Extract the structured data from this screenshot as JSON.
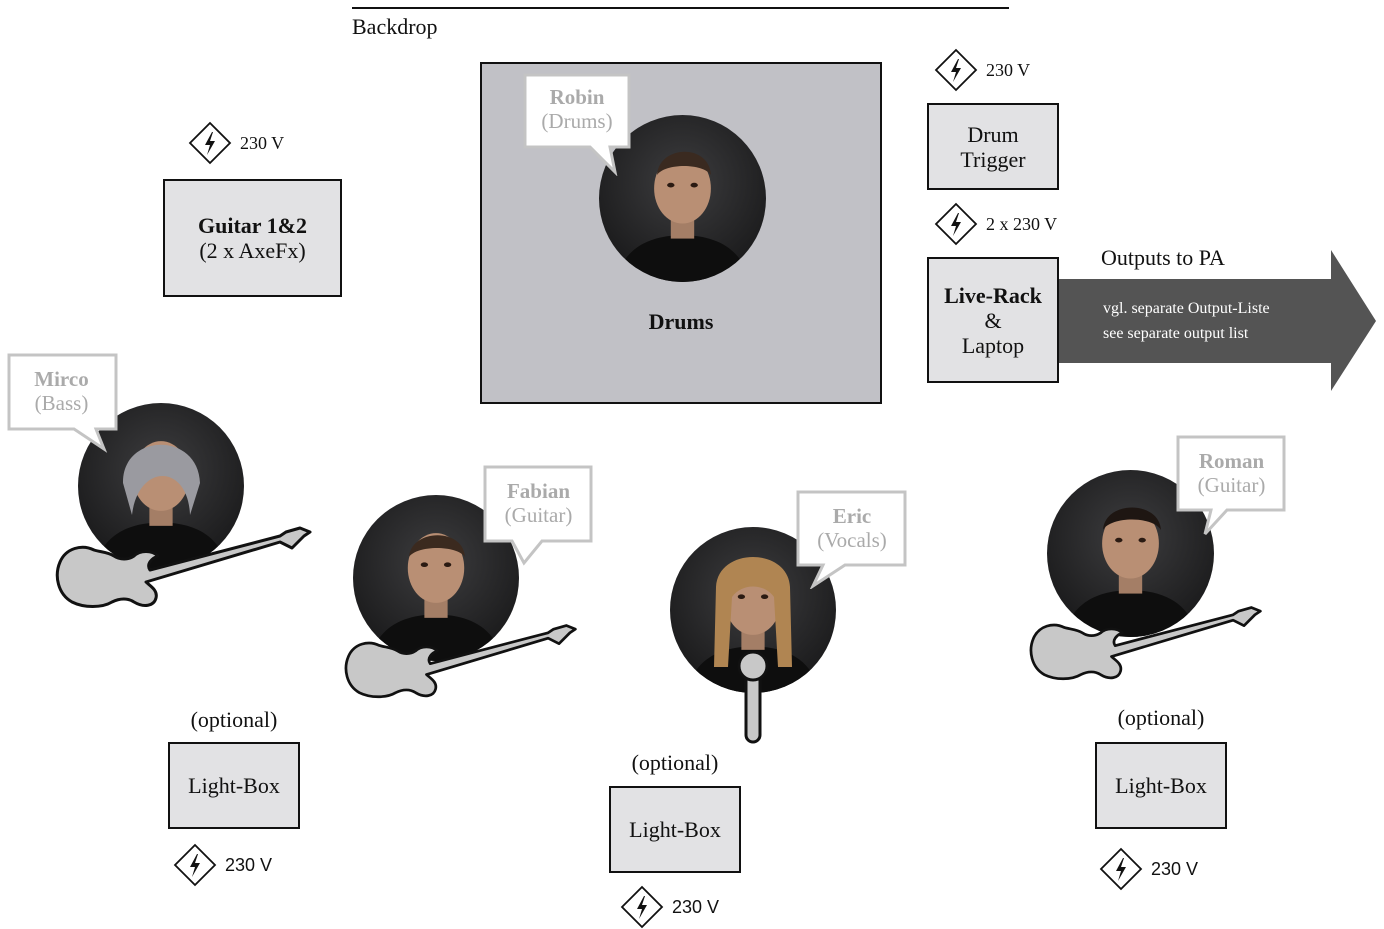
{
  "backdrop": {
    "label": "Backdrop"
  },
  "drums": {
    "area_label": "Drums",
    "bubble": {
      "name": "Robin",
      "role": "(Drums)"
    }
  },
  "guitar_amp": {
    "line1": "Guitar 1&2",
    "line2": "(2 x AxeFx)",
    "power": "230 V"
  },
  "drum_trigger": {
    "line1": "Drum",
    "line2": "Trigger",
    "power": "230 V"
  },
  "live_rack": {
    "line1": "Live-Rack",
    "line2": "&",
    "line3": "Laptop",
    "power": "2 x 230 V"
  },
  "outputs": {
    "label": "Outputs to PA",
    "line1": "vgl. separate Output-Liste",
    "line2": "see separate output list",
    "arrow_color": "#545454"
  },
  "musicians": {
    "mirco": {
      "name": "Mirco",
      "role": "(Bass)"
    },
    "fabian": {
      "name": "Fabian",
      "role": "(Guitar)"
    },
    "eric": {
      "name": "Eric",
      "role": "(Vocals)"
    },
    "roman": {
      "name": "Roman",
      "role": "(Guitar)"
    }
  },
  "lightboxes": {
    "left": {
      "optional": "(optional)",
      "label": "Light-Box",
      "power": "230 V"
    },
    "center": {
      "optional": "(optional)",
      "label": "Light-Box",
      "power": "230 V"
    },
    "right": {
      "optional": "(optional)",
      "label": "Light-Box",
      "power": "230 V"
    }
  },
  "colors": {
    "box_fill": "#e2e2e4",
    "drum_area_fill": "#c1c1c6",
    "bubble_text": "#aaaaaa",
    "instrument_fill": "#c8c8c8"
  },
  "icons": {
    "power": "power-bolt-diamond-icon",
    "guitar": "electric-guitar-icon",
    "microphone": "microphone-icon"
  }
}
